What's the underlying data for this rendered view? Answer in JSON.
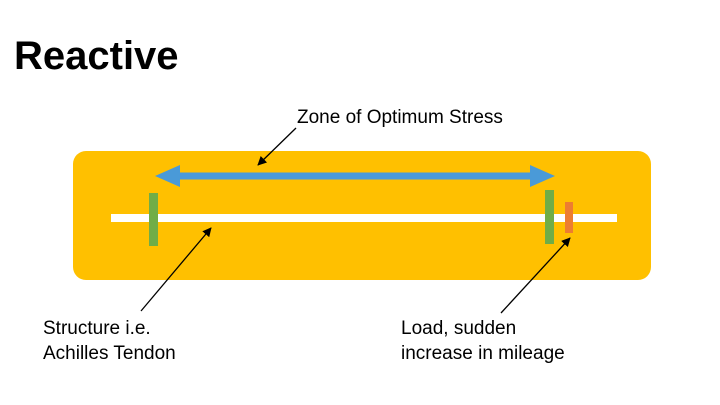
{
  "slide": {
    "title": "Reactive"
  },
  "diagram": {
    "zone_label": "Zone of Optimum Stress",
    "structure_label": [
      "Structure i.e.",
      "Achilles Tendon"
    ],
    "load_label": [
      "Load, sudden",
      "increase in mileage"
    ]
  },
  "colors": {
    "zone_fill": "#FFC000",
    "double_arrow": "#4A9AD8",
    "tendon_line": "#FFFFFF",
    "boundary_marker": "#70AD47",
    "load_marker": "#ED7D31",
    "pointer_arrow": "#000000"
  }
}
